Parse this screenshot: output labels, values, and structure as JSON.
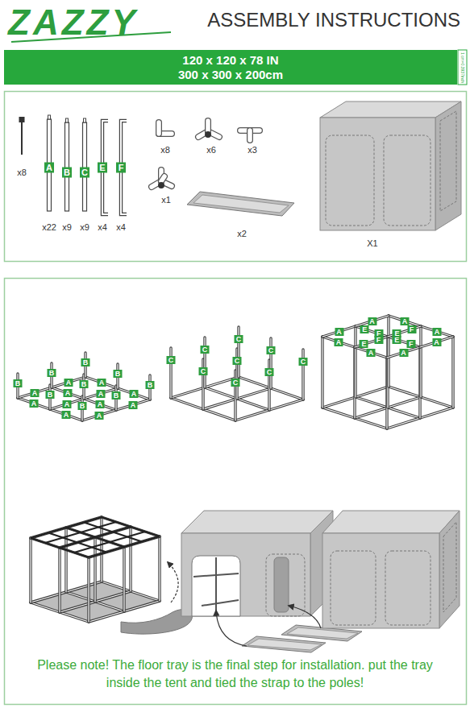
{
  "diagram": {
    "title": "ASSEMBLY INSTRUCTIONS",
    "nodes": [
      {
        "text": [
          "120 x 120 x 78 IN",
          "300 x 300 x 200cm"
        ]
      }
    ],
    "labels": [
      "ZAZZY",
      "1 cm=0.3937inch",
      "x8",
      "A",
      "B",
      "C",
      "E",
      "F",
      "x22",
      "x9",
      "x9",
      "x4",
      "x4",
      "x8",
      "x6",
      "x3",
      "x1",
      "x2",
      "X1",
      "B",
      "B",
      "B",
      "B",
      "B",
      "B",
      "B",
      "B",
      "B",
      "A",
      "A",
      "A",
      "A",
      "A",
      "A",
      "A",
      "A",
      "A",
      "A",
      "A",
      "A",
      "C",
      "C",
      "C",
      "C",
      "C",
      "C",
      "C",
      "C",
      "C",
      "A",
      "A",
      "A",
      "A",
      "A",
      "A",
      "A",
      "A",
      "E",
      "F",
      "E",
      "F",
      "E",
      "F",
      "E",
      "F",
      "Please note! The floor tray is the final step for installation. put the tray inside the tent and tied the strap to the poles!"
    ]
  }
}
